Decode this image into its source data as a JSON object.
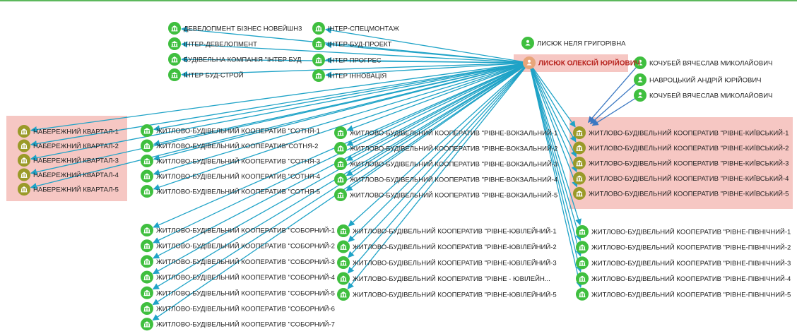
{
  "colors": {
    "company": "#3fbf3f",
    "person": "#3fbf3f",
    "highlighted": "#9a9a28",
    "center": "#e8a57a",
    "edge": "#1fa3c7",
    "edge_person": "#3b78c2",
    "highlight_bg": "#f6c7c3"
  },
  "center": {
    "label": "ЛИСЮК ОЛЕКСІЙ ЮРІЙОВИЧ",
    "icon": "person-icon"
  },
  "persons": [
    {
      "label": "ЛИСЮК НЕЛЯ ГРИГОРІВНА",
      "icon": "person-icon"
    },
    {
      "label": "КОЧУБЕЙ ВЯЧЕСЛАВ МИКОЛАЙОВИЧ",
      "icon": "person-icon"
    },
    {
      "label": "НАВРОЦЬКИЙ АНДРІЙ ЮРІЙОВИЧ",
      "icon": "person-icon"
    },
    {
      "label": "КОЧУБЕЙ ВЯЧЕСЛАВ МИКОЛАЙОВИЧ",
      "icon": "person-icon"
    }
  ],
  "top_companies": [
    {
      "label": "ДЕВЕЛОПМЕНТ БІЗНЕС НОВЕЙШН3",
      "icon": "building-icon"
    },
    {
      "label": "ІНТЕР-ДЕВЕЛОПМЕНТ",
      "icon": "building-icon"
    },
    {
      "label": "БУДІВЕЛЬНА КОМПАНІЯ \"ІНТЕР БУД",
      "icon": "building-icon"
    },
    {
      "label": "ІНТЕР БУД-СТРОЙ",
      "icon": "building-icon"
    },
    {
      "label": "ІНТЕР-СПЕЦМОНТАЖ",
      "icon": "building-icon"
    },
    {
      "label": "ІНТЕР-БУД-ПРОЕКТ",
      "icon": "building-icon"
    },
    {
      "label": "ІНТЕР ПРОГРЕС",
      "icon": "building-icon"
    },
    {
      "label": "ІНТЕР ІННОВАЦІЯ",
      "icon": "building-icon"
    }
  ],
  "groups": [
    {
      "name": "naberezhnyi",
      "highlighted": true,
      "items": [
        "НАБЕРЕЖНИЙ КВАРТАЛ-1",
        "НАБЕРЕЖНИЙ КВАРТАЛ-2",
        "НАБЕРЕЖНИЙ КВАРТАЛ-3",
        "НАБЕРЕЖНИЙ КВАРТАЛ-4",
        "НАБЕРЕЖНИЙ КВАРТАЛ-5"
      ]
    },
    {
      "name": "sotnia",
      "highlighted": false,
      "items": [
        "ЖИТЛОВО-БУДІВЕЛЬНИЙ КООПЕРАТИВ \"СОТНЯ-1",
        "ЖИТЛОВО-БУДІВЕЛЬНИЙ КООПЕРАТИВ\"СОТНЯ-2",
        "ЖИТЛОВО-БУДІВЕЛЬНИЙ КООПЕРАТИВ \"СОТНЯ-3",
        "ЖИТЛОВО-БУДІВЕЛЬНИЙ КООПЕРАТИВ \"СОТНЯ-4",
        "ЖИТЛОВО-БУДІВЕЛЬНИЙ КООПЕРАТИВ \"СОТНЯ-5"
      ]
    },
    {
      "name": "vokzalnyi",
      "highlighted": false,
      "items": [
        "ЖИТЛОВО-БУДІВЕЛЬНИЙ КООПЕРАТИВ \"РІВНЕ-ВОКЗАЛЬНИЙ-1",
        "ЖИТЛОВО-БУДІВЕЛЬНИЙ КООПЕРАТИВ \"РІВНЕ-ВОКЗАЛЬНИЙ-2",
        "ЖИТЛОВО-БУДІВЕЛЬНИЙ КООПЕРАТИВ \"РІВНЕ-ВОКЗАЛЬНИЙ-3",
        "ЖИТЛОВО-БУДІВЕЛЬНИЙ КООПЕРАТИВ \"РІВНЕ-ВОКЗАЛЬНИЙ-4",
        "ЖИТЛОВО-БУДІВЕЛЬНИЙ КООПЕРАТИВ \"РІВНЕ-ВОКЗАЛЬНИЙ-5"
      ]
    },
    {
      "name": "kyivskyi",
      "highlighted": true,
      "items": [
        "ЖИТЛОВО-БУДІВЕЛЬНИЙ КООПЕРАТИВ \"РІВНЕ-КИЇВСЬКИЙ-1",
        "ЖИТЛОВО-БУДІВЕЛЬНИЙ КООПЕРАТИВ \"РІВНЕ-КИЇВСЬКИЙ-2",
        "ЖИТЛОВО-БУДІВЕЛЬНИЙ КООПЕРАТИВ \"РІВНЕ-КИЇВСЬКИЙ-3",
        "ЖИТЛОВО-БУДІВЕЛЬНИЙ КООПЕРАТИВ \"РІВНЕ-КИЇВСЬКИЙ-4",
        "ЖИТЛОВО-БУДІВЕЛЬНИЙ КООПЕРАТИВ \"РІВНЕ-КИЇВСЬКИЙ-5"
      ]
    },
    {
      "name": "sobornyi",
      "highlighted": false,
      "items": [
        "ЖИТЛОВО-БУДІВЕЛЬНИЙ КООПЕРАТИВ \"СОБОРНИЙ-1",
        "ЖИТЛОВО-БУДІВЕЛЬНИЙ КООПЕРАТИВ \"СОБОРНИЙ-2",
        "ЖИТЛОВО-БУДІВЕЛЬНИЙ КООПЕРАТИВ \"СОБОРНИЙ-3",
        "ЖИТЛОВО-БУДІВЕЛЬНИЙ КООПЕРАТИВ \"СОБОРНИЙ-4",
        "ЖИТЛОВО-БУДІВЕЛЬНИЙ КООПЕРАТИВ \"СОБОРНИЙ-5",
        "ЖИТЛОВО-БУДІВЕЛЬНИЙ КООПЕРАТИВ \"СОБОРНИЙ-6",
        "ЖИТЛОВО-БУДІВЕЛЬНИЙ КООПЕРАТИВ \"СОБОРНИЙ-7"
      ]
    },
    {
      "name": "yuvileinyi",
      "highlighted": false,
      "items": [
        "ЖИТЛОВО-БУДІВЕЛЬНИЙ КООПЕРАТИВ \"РІВНЕ-ЮВІЛЕЙНИЙ-1",
        "ЖИТЛОВО-БУДІВЕЛЬНИЙ КООПЕРАТИВ \"РІВНЕ-ЮВІЛЕЙНИЙ-2",
        "ЖИТЛОВО-БУДІВЕЛЬНИЙ КООПЕРАТИВ \"РІВНЕ-ЮВІЛЕЙНИЙ-3",
        "ЖИТЛОВО-БУДІВЕЛЬНИЙ КООПЕРАТИВ \"РІВНЕ - ЮВІЛЕЙН...",
        "ЖИТЛОВО-БУДІВЕЛЬНИЙ КООПЕРАТИВ \"РІВНЕ-ЮВІЛЕЙНИЙ-5"
      ]
    },
    {
      "name": "pivnichnyi",
      "highlighted": false,
      "items": [
        "ЖИТЛОВО-БУДІВЕЛЬНИЙ КООПЕРАТИВ \"РІВНЕ-ПІВНІЧНИЙ-1",
        "ЖИТЛОВО-БУДІВЕЛЬНИЙ КООПЕРАТИВ \"РІВНЕ-ПІВНІЧНИЙ-2",
        "ЖИТЛОВО-БУДІВЕЛЬНИЙ КООПЕРАТИВ \"РІВНЕ-ПІВНІЧНИЙ-3",
        "ЖИТЛОВО-БУДІВЕЛЬНИЙ КООПЕРАТИВ \"РІВНЕ-ПІВНІЧНИЙ-4",
        "ЖИТЛОВО-БУДІВЕЛЬНИЙ КООПЕРАТИВ \"РІВНЕ-ПІВНІЧНИЙ-5"
      ]
    }
  ]
}
